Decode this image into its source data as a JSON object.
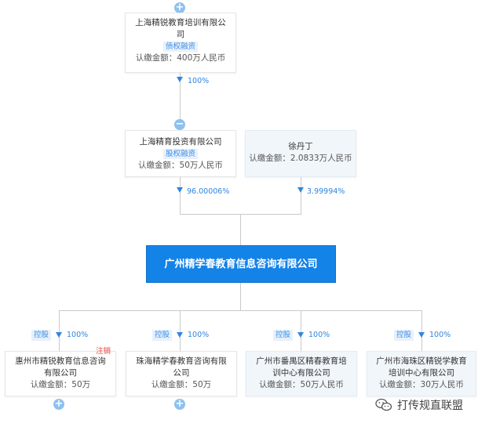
{
  "top_company": {
    "name": "上海精锐教育培训有限公司",
    "tag": "债权融资",
    "amount": "认缴金额：400万人民币"
  },
  "top_link": {
    "percent": "100%"
  },
  "level2": [
    {
      "name": "上海精育投资有限公司",
      "tag": "股权融资",
      "amount": "认缴金额：50万人民币",
      "percent": "96.00006%"
    },
    {
      "name": "徐丹丁",
      "amount": "认缴金额：2.0833万人民币",
      "percent": "3.99994%"
    }
  ],
  "center_company": {
    "name": "广州精学春教育信息咨询有限公司"
  },
  "subsidiaries": [
    {
      "badge": "控股",
      "percent": "100%",
      "name": "惠州市精锐教育信息咨询有限公司",
      "status": "注销",
      "amount": "认缴金额：50万"
    },
    {
      "badge": "控股",
      "percent": "100%",
      "name": "珠海精学春教育咨询有限公司",
      "amount": "认缴金额：50万"
    },
    {
      "badge": "控股",
      "percent": "100%",
      "name": "广州市番禺区精春教育培训中心有限公司",
      "amount": "认缴金额：50万人民币"
    },
    {
      "badge": "控股",
      "percent": "100%",
      "name": "广州市海珠区精锐学教育培训中心有限公司",
      "amount": "认缴金额：30万人民币"
    }
  ],
  "toggles": {
    "expand": "+",
    "collapse": "−"
  },
  "watermark": {
    "text": "打传规直联盟",
    "icon": "wechat-icon"
  },
  "colors": {
    "accent": "#1483e8",
    "percent_text": "#2f86e0",
    "tag_bg": "#e8f1fb",
    "cancel_red": "#e8443a",
    "toggle_blue": "#8ec1ef"
  }
}
